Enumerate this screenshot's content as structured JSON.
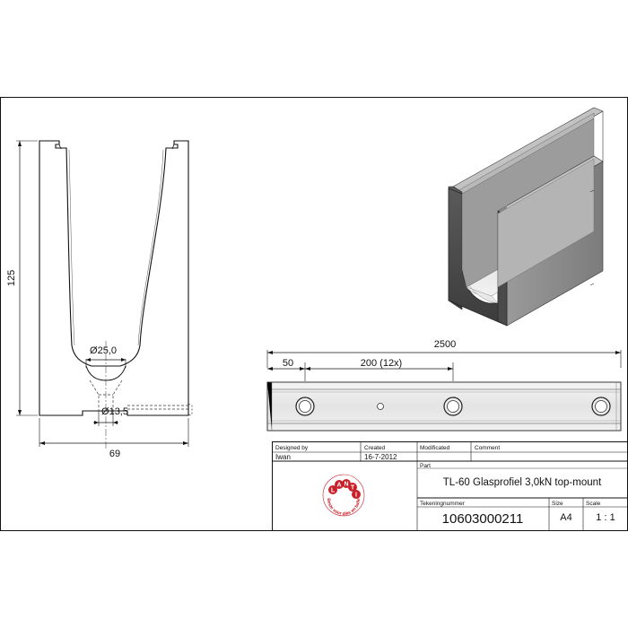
{
  "dimensions": {
    "height": "125",
    "width": "69",
    "top_diameter": "Ø25,0",
    "bottom_diameter": "Ø13,5",
    "length": "2500",
    "edge_offset": "50",
    "hole_spacing": "200 (12x)"
  },
  "title_block": {
    "designed_by_label": "Designed by",
    "designed_by_value": "Iwan",
    "created_label": "Created",
    "created_value": "16-7-2012",
    "modificated_label": "Modificated",
    "comment_label": "Comment",
    "part_label": "Part",
    "part_value": "TL-60 Glasprofiel 3,0kN top-mount",
    "drawing_number_label": "Tekeningnummer",
    "drawing_number_value": "10603000211",
    "size_label": "Size",
    "size_value": "A4",
    "scale_label": "Scale",
    "scale_value": "1 : 1"
  },
  "logo": {
    "letters": [
      "L",
      "A",
      "N",
      "T",
      "I"
    ],
    "slogan": "Beste voor glas en balie"
  },
  "colors": {
    "logo_red": "#c8202a",
    "profile_dark": "#4a4a4a",
    "profile_mid": "#8a8a8a",
    "profile_light": "#c4c4c4"
  }
}
